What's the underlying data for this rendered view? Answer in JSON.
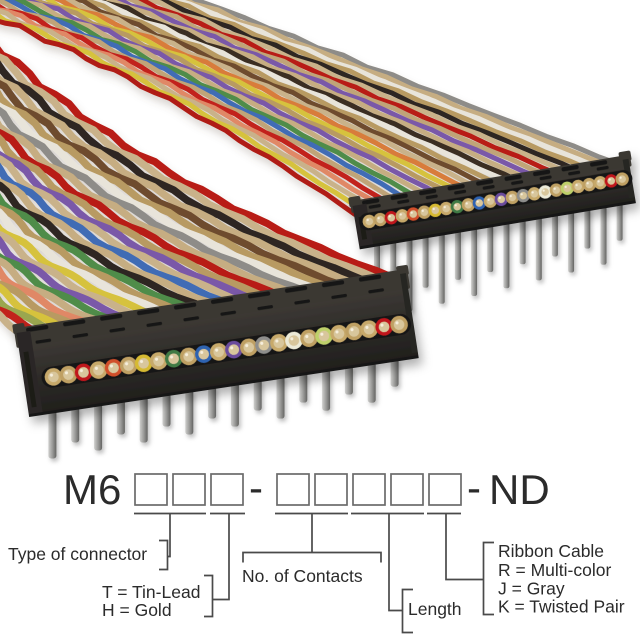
{
  "diagram": {
    "prefix": "M6",
    "separator": "-",
    "suffix": "ND",
    "group1_box_count": 3,
    "group2_box_count": 5,
    "labels": {
      "type_of_connector": "Type of connector",
      "plating_t": "T = Tin-Lead",
      "plating_h": "H = Gold",
      "contacts": "No. of Contacts",
      "length": "Length",
      "cable_title": "Ribbon Cable",
      "cable_r": "R = Multi-color",
      "cable_j": "J = Gray",
      "cable_k": "K = Twisted Pair"
    },
    "colors": {
      "text": "#2b2b2b",
      "line": "#4a4a4a",
      "box_border": "#6b6b6b",
      "box_fill": "#ffffff"
    }
  },
  "photo": {
    "background": "#ffffff",
    "cable_a_colors": [
      "#8e8c88",
      "#c6ad82",
      "#e8e4da",
      "#b89a62",
      "#2e2822",
      "#c9b28a",
      "#b81c18",
      "#c0a478",
      "#7a58a8",
      "#c6ad82",
      "#3a2e22",
      "#e8e4da",
      "#b89a62",
      "#6e4c2e",
      "#c9b28a",
      "#d87c3a",
      "#d6c23c",
      "#b89a62",
      "#7a58a8",
      "#c6ad82",
      "#4f8c4a",
      "#3f6cb5",
      "#c0a478",
      "#c2201c",
      "#e08866",
      "#c9b28a",
      "#d6c23c",
      "#b01a16"
    ],
    "cable_b_colors": [
      "#b81c18",
      "#c9b28a",
      "#2e2822",
      "#c6ad82",
      "#6e4c2e",
      "#b89a62",
      "#e8e4da",
      "#8e8c88",
      "#c6ad82",
      "#b81c18",
      "#b89a62",
      "#7a58a8",
      "#c9b28a",
      "#3f6cb5",
      "#c6ad82",
      "#2e2822",
      "#4f8c4a",
      "#b89a62",
      "#e8e4da",
      "#d6c23c",
      "#c9b28a",
      "#7a58a8",
      "#4f8c4a",
      "#c6ad82",
      "#e08866",
      "#b89a62",
      "#d6c23c",
      "#9aa650",
      "#c2201c",
      "#c9b28a"
    ],
    "dot_colors": [
      "#c7a96b",
      "#bfa063",
      "#c0181c",
      "#c7a96b",
      "#d0502c",
      "#bfa063",
      "#d6ba32",
      "#c7a96b",
      "#3f7a44",
      "#bfa063",
      "#2f63b0",
      "#c7a96b",
      "#6a4b9c",
      "#bfa063",
      "#8e8e8c",
      "#c7a96b",
      "#ecead8",
      "#bfa063",
      "#bed06a",
      "#c7a96b",
      "#bfa063",
      "#c7a96b",
      "#c0181c",
      "#bfa063"
    ],
    "connector_body_color": "#2f2c29",
    "connector_top_color": "#3b3833",
    "connector_slot_color": "#161514",
    "conductor_color": "#d8c69c",
    "pin_color_light": "#cfcfcd",
    "pin_color_dark": "#646462"
  }
}
